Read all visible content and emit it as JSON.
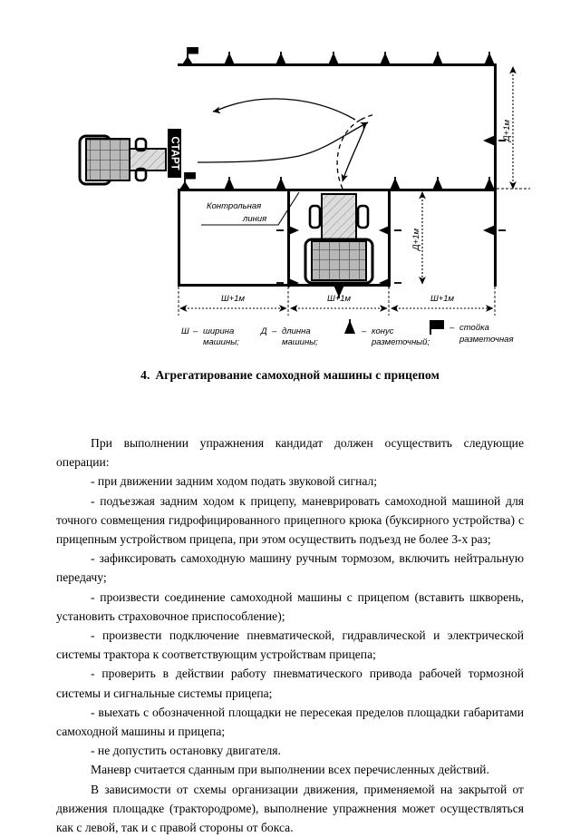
{
  "document": {
    "title": {
      "number": "4.",
      "text": "Агрегатирование самоходной машины с прицепом"
    },
    "paragraphs": [
      "При выполнении упражнения кандидат должен осуществить следующие операции:",
      "- при движении задним ходом подать звуковой сигнал;",
      "- подъезжая задним ходом к прицепу, маневрировать самоходной машиной для точного совмещения гидрофицированного прицепного крюка (буксирного устройства) с прицепным устройством прицепа, при этом осуществить подъезд не более 3-х раз;",
      "- зафиксировать самоходную машину ручным тормозом, включить нейтральную передачу;",
      "- произвести соединение самоходной машины с прицепом (вставить шкворень, установить страховочное приспособление);",
      "- произвести подключение пневматической, гидравлической и электрической системы трактора к соответствующим устройствам прицепа;",
      "- проверить в действии работу пневматического привода рабочей тормозной системы и сигнальные системы прицепа;",
      "- выехать с обозначенной площадки не пересекая пределов площадки габаритами самоходной машины и прицепа;",
      "- не допустить остановку двигателя.",
      "Маневр считается сданным при выполнении всех перечисленных действий.",
      "В зависимости от схемы организации движения, применяемой на закрытой от движения площадке (трактородроме), выполнение упражнения может осуществляться как с левой, так и с правой стороны от бокса."
    ]
  },
  "diagram": {
    "start_label": "СТАРТ",
    "control_line_label_line1": "Контрольная",
    "control_line_label_line2": "линия",
    "dimensions": {
      "vertical_top": "Д+1м",
      "vertical_bottom": "Д+1м",
      "horizontal_left": "Ш+1м",
      "horizontal_center": "Ш+1м",
      "horizontal_right": "Ш+1м"
    },
    "legend": [
      {
        "symbol": "Ш",
        "dash": "–",
        "line1": "ширина",
        "line2": "машины;"
      },
      {
        "symbol": "Д",
        "dash": "–",
        "line1": "длинна",
        "line2": "машины;"
      },
      {
        "symbol": "cone-icon",
        "dash": "–",
        "line1": "конус",
        "line2": "разметочный;"
      },
      {
        "symbol": "post-flag-icon",
        "dash": "–",
        "line1": "стойка",
        "line2": "разметочная"
      }
    ],
    "colors": {
      "ink": "#000000",
      "machine_fill": "#b5b5b5",
      "trailer_fill": "#d8d8d8",
      "background": "#ffffff"
    }
  }
}
